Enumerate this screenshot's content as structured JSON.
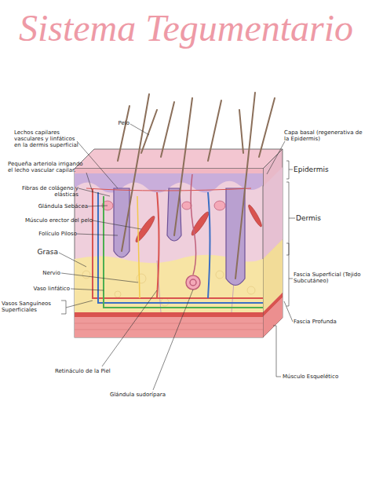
{
  "diagram": {
    "title": "Sistema Tegumentario",
    "labels": [
      "Pelo",
      "Lechos capilares vasculares y linfáticos en la dermis superficial",
      "Pequeña arteriola irrigando el lecho vascular capilar.",
      "Fibras de colágeno y elásticas",
      "Glándula Sebácea",
      "Músculo erector del pelo",
      "Folículo Piloso",
      "Grasa",
      "Nervio",
      "Vaso linfático",
      "Vasos Sanguíneos Superficiales",
      "Retináculo de la Piel",
      "Glándula sudorípara",
      "Capa basal (regenerativa de la Epidermis)",
      "Epidermis",
      "Dermis",
      "Fascia Superficial (Tejido Subcutáneo)",
      "Fascia Profunda",
      "Músculo Esquelético"
    ]
  }
}
